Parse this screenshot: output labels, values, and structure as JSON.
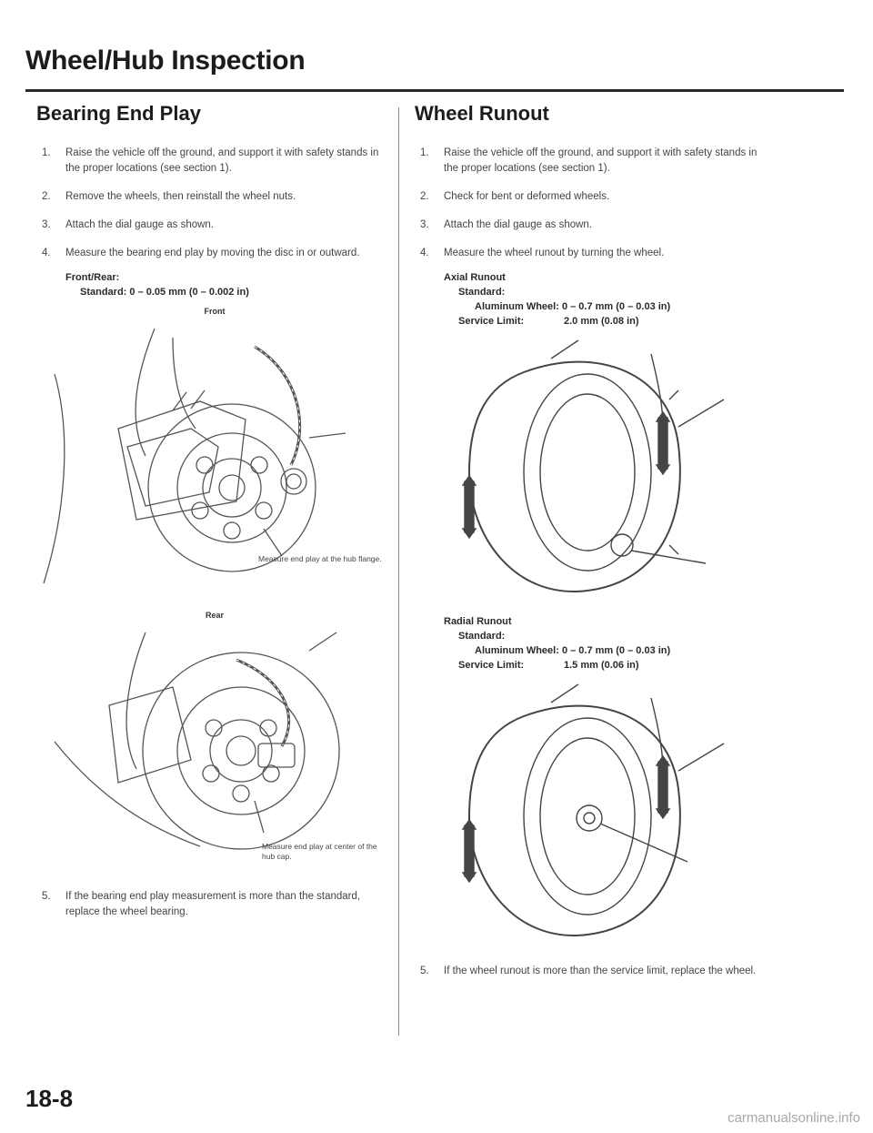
{
  "page_title": "Wheel/Hub Inspection",
  "left": {
    "heading": "Bearing End Play",
    "steps": [
      {
        "num": "1.",
        "text": "Raise the vehicle off the ground, and support it with safety stands in the proper locations (see section 1)."
      },
      {
        "num": "2.",
        "text": "Remove the wheels, then reinstall the wheel nuts."
      },
      {
        "num": "3.",
        "text": "Attach the dial gauge as shown."
      },
      {
        "num": "4.",
        "text": "Measure the bearing end play by moving the disc in or outward."
      }
    ],
    "spec_heading": "Front/Rear:",
    "spec_standard": "Standard: 0 – 0.05 mm (0 – 0.002 in)",
    "front_label": "Front",
    "front_callout": "Measure end play at the hub flange.",
    "rear_label": "Rear",
    "rear_callout": "Measure end play at center of the hub cap.",
    "step5": {
      "num": "5.",
      "text": "If the bearing end play measurement is more than the standard, replace the wheel bearing."
    }
  },
  "right": {
    "heading": "Wheel Runout",
    "steps": [
      {
        "num": "1.",
        "text": "Raise the vehicle off the ground, and support it with safety stands in the proper locations (see section 1)."
      },
      {
        "num": "2.",
        "text": "Check for bent or deformed wheels."
      },
      {
        "num": "3.",
        "text": "Attach the dial gauge as shown."
      },
      {
        "num": "4.",
        "text": "Measure the wheel runout by turning the wheel."
      }
    ],
    "axial": {
      "title": "Axial Runout",
      "standard": "Standard:",
      "aluminum_label": "Aluminum Wheel:",
      "aluminum_value": "0 – 0.7 mm (0 – 0.03 in)",
      "service_label": "Service Limit:",
      "service_value": "2.0 mm (0.08 in)"
    },
    "radial": {
      "title": "Radial Runout",
      "standard": "Standard:",
      "aluminum_label": "Aluminum Wheel:",
      "aluminum_value": "0 – 0.7 mm (0 – 0.03 in)",
      "service_label": "Service Limit:",
      "service_value": "1.5 mm (0.06 in)"
    },
    "step5": {
      "num": "5.",
      "text": "If the wheel runout is more than the service limit, replace the wheel."
    }
  },
  "page_number": "18-8",
  "watermark": "carmanualsonline.info"
}
